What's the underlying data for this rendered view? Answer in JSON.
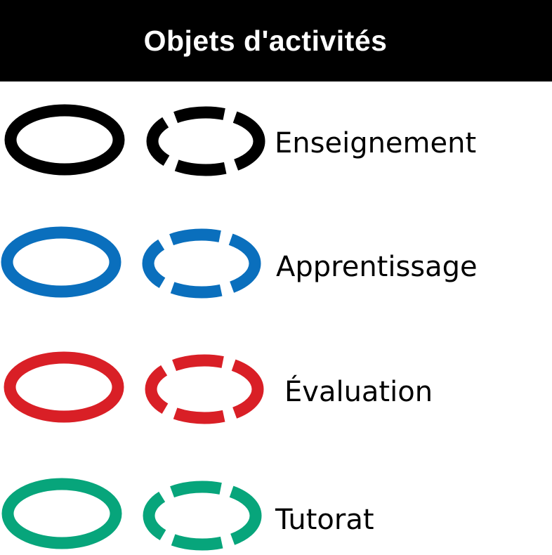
{
  "header": {
    "title": "Objets d'activités"
  },
  "legend": [
    {
      "label": "Enseignement",
      "color": "#000000"
    },
    {
      "label": "Apprentissage",
      "color": "#0a6fbd"
    },
    {
      "label": "Évaluation",
      "color": "#d91f26"
    },
    {
      "label": "Tutorat",
      "color": "#07a57b"
    }
  ]
}
